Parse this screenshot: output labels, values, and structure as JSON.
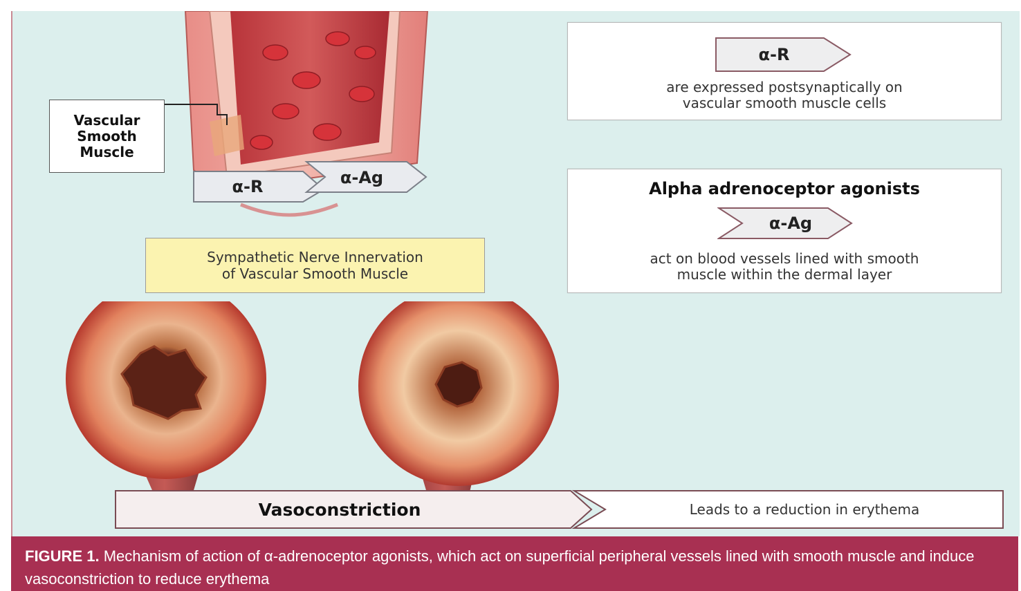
{
  "alpha_receptors": {
    "tag": "α-R",
    "description_line1": "are expressed postsynaptically on",
    "description_line2": "vascular smooth muscle cells"
  },
  "alpha_agonists": {
    "title": "Alpha adrenoceptor agonists",
    "tag": "α-Ag",
    "description_line1": "act on blood vessels lined with smooth",
    "description_line2": "muscle within the dermal layer"
  },
  "vessel_labels": {
    "smooth_muscle_line1": "Vascular",
    "smooth_muscle_line2": "Smooth",
    "smooth_muscle_line3": "Muscle",
    "receptor_tag": "α-R",
    "agonist_tag": "α-Ag"
  },
  "nerve_box": {
    "line1": "Sympathetic Nerve Innervation",
    "line2": "of Vascular Smooth Muscle"
  },
  "outcome": {
    "vasoconstriction": "Vasoconstriction",
    "result": "Leads to a reduction in erythema"
  },
  "caption": {
    "label": "FIGURE 1.",
    "text": "Mechanism of action of α-adrenoceptor agonists, which act on superficial peripheral vessels lined with smooth muscle and induce vasoconstriction to reduce erythema"
  },
  "colors": {
    "panel_background": "#dcefed",
    "caption_background": "#a83052",
    "nerve_box_fill": "#fbf3b0",
    "vessel_red": "#c8403a"
  }
}
